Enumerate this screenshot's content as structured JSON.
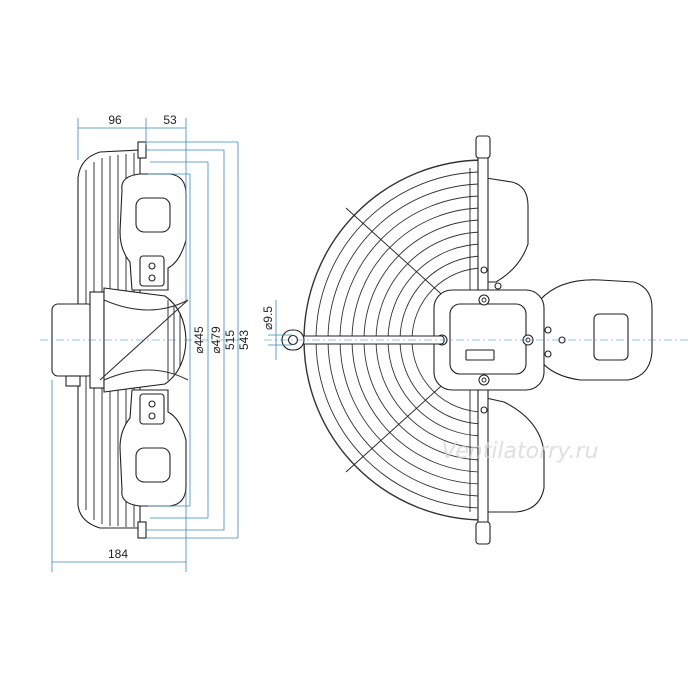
{
  "dimensions": {
    "d96": "96",
    "d53": "53",
    "d184": "184",
    "d445": "⌀445",
    "d479": "⌀479",
    "d515": "515",
    "d543": "543",
    "d9_5": "⌀9.5"
  },
  "watermark": "Ventilatorry.ru",
  "colors": {
    "dimension": "#3d8ab8",
    "outline": "#222222",
    "watermark": "#d4d4d4"
  }
}
